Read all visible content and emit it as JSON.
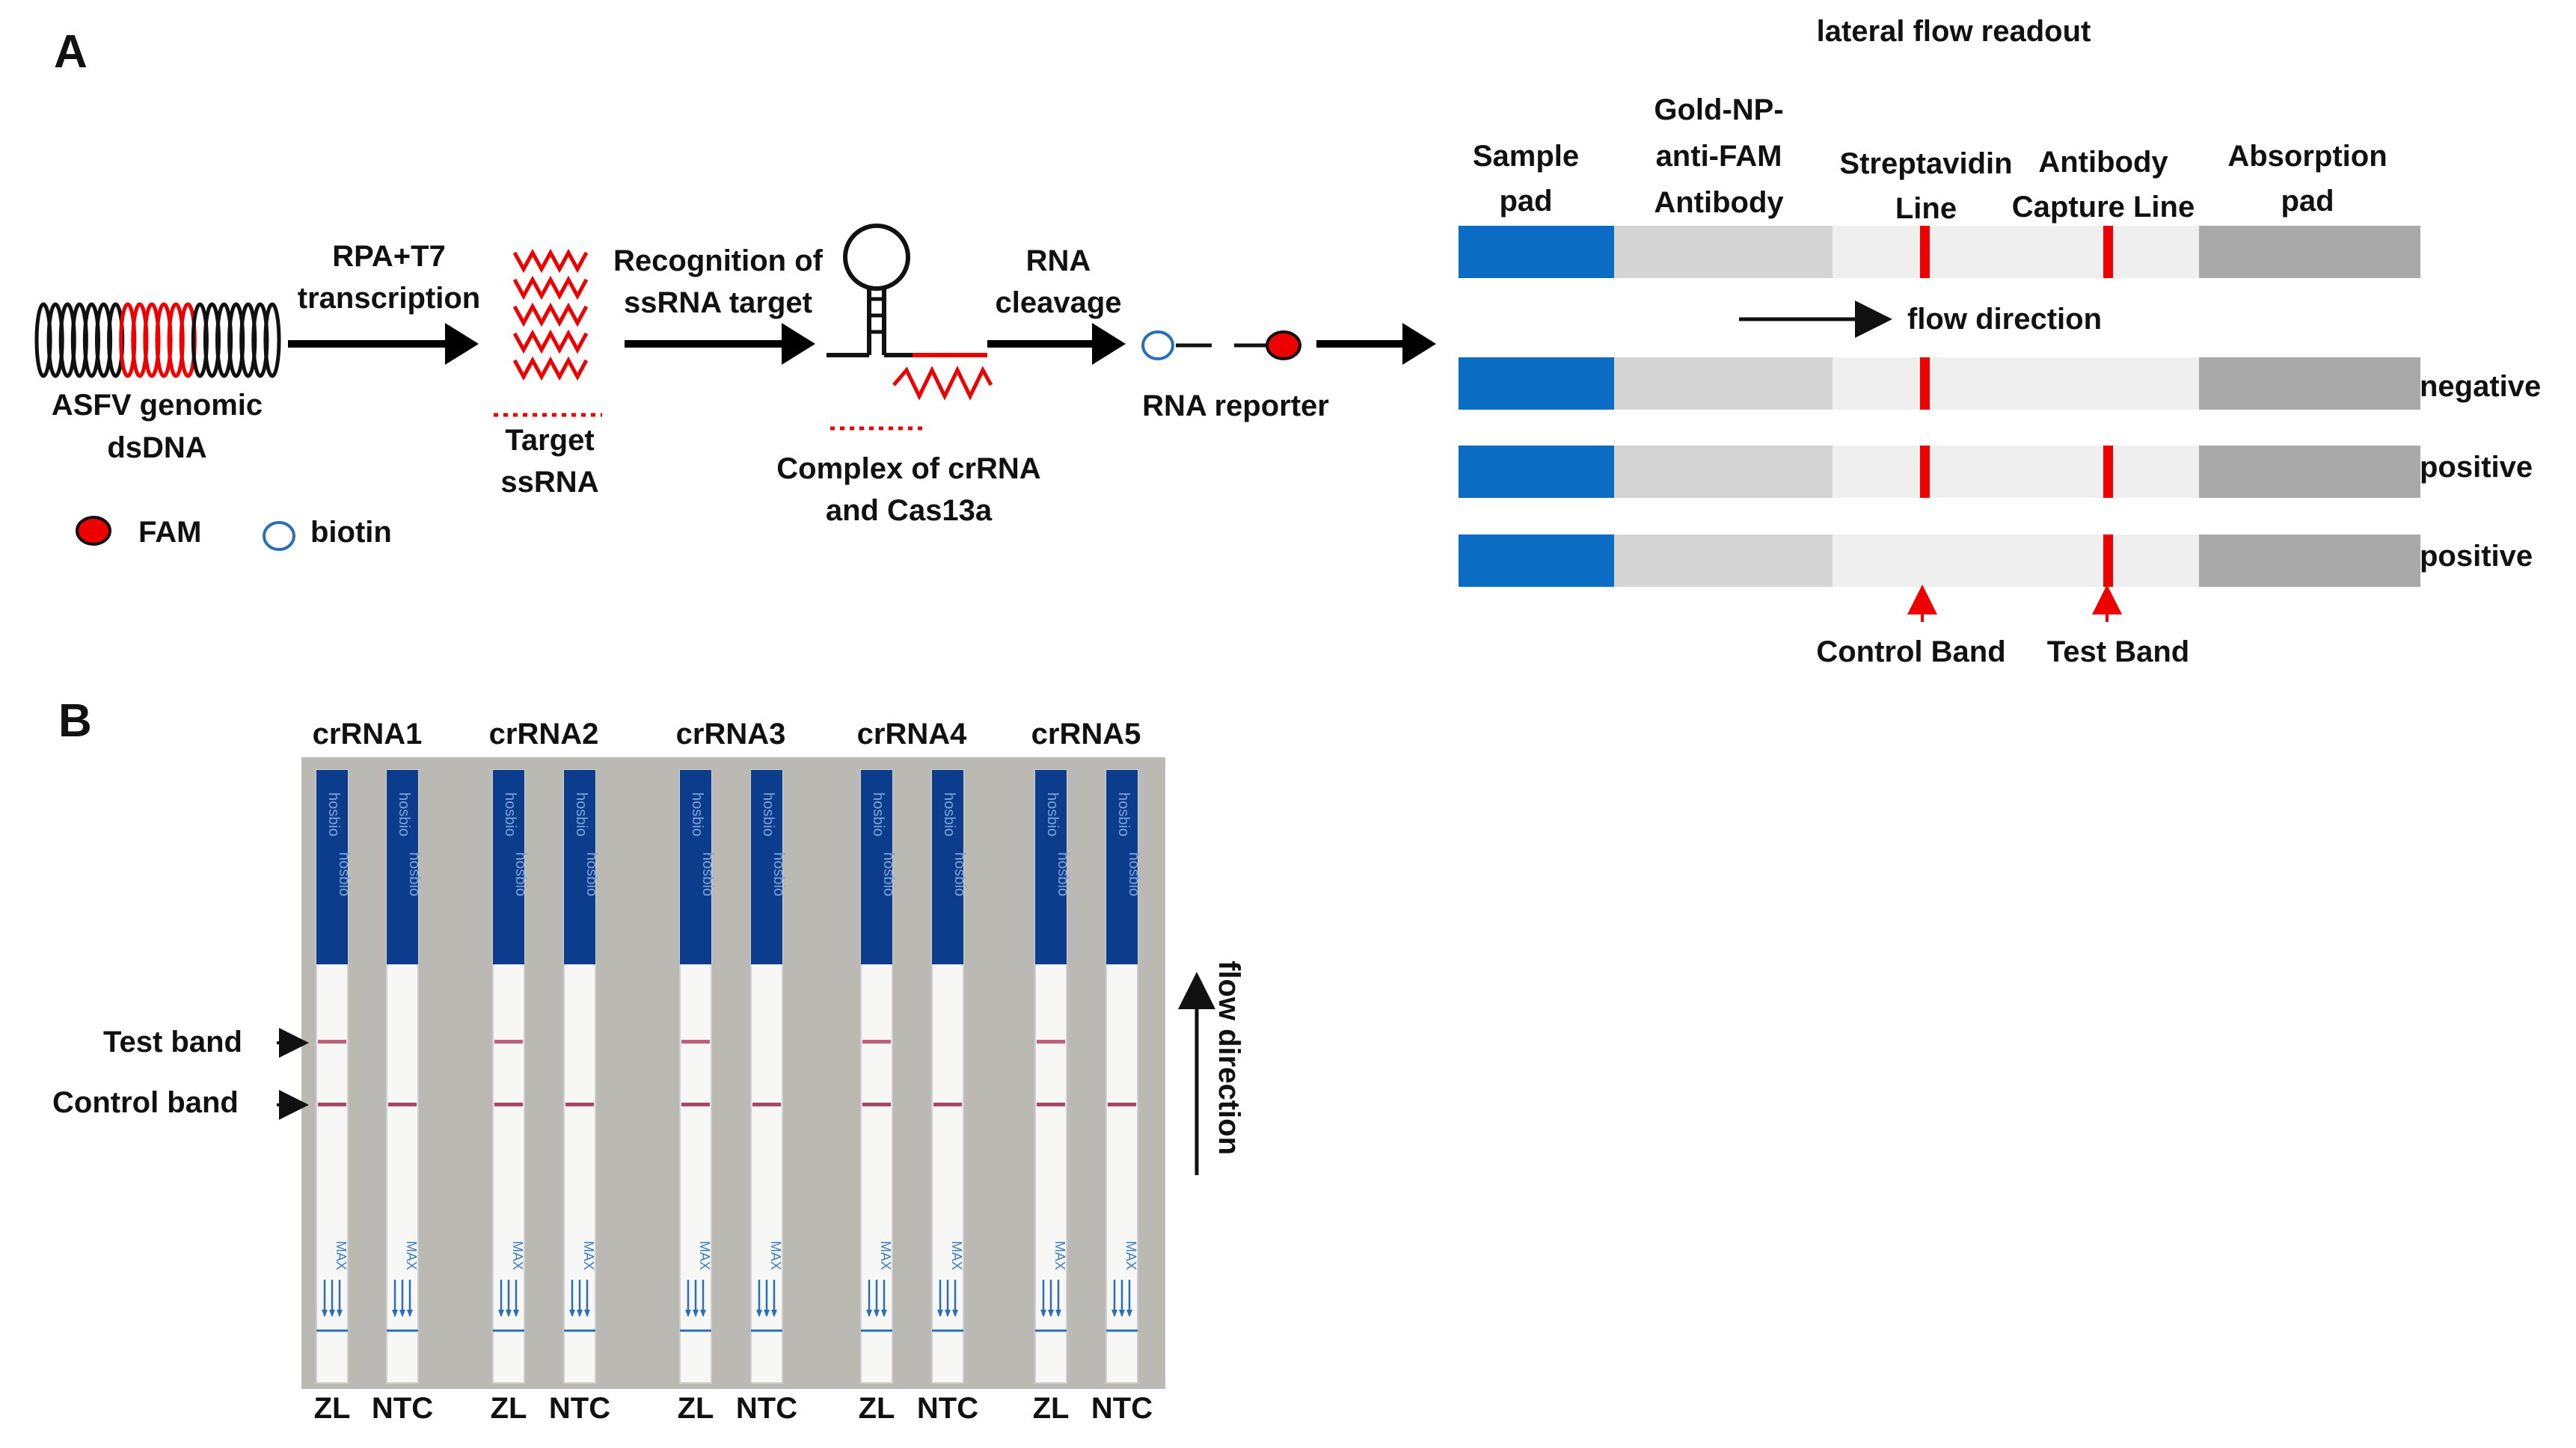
{
  "panel_a": {
    "label": "A",
    "dna_label_1": "ASFV genomic",
    "dna_label_2": "dsDNA",
    "step1_label_1": "RPA+T7",
    "step1_label_2": "transcription",
    "target_label_1": "Target",
    "target_label_2": "ssRNA",
    "step2_label_1": "Recognition of",
    "step2_label_2": "ssRNA target",
    "complex_label_1": "Complex of crRNA",
    "complex_label_2": "and Cas13a",
    "step3_label_1": "RNA",
    "step3_label_2": "cleavage",
    "reporter_label": "RNA reporter",
    "legend_fam": "FAM",
    "legend_biotin": "biotin",
    "lfa": {
      "title": "lateral flow readout",
      "sample_pad_1": "Sample",
      "sample_pad_2": "pad",
      "gold_1": "Gold-NP-",
      "gold_2": "anti-FAM",
      "gold_3": "Antibody",
      "strep_1": "Streptavidin",
      "strep_2": "Line",
      "antibody_1": "Antibody",
      "antibody_2": "Capture Line",
      "absorption_1": "Absorption",
      "absorption_2": "pad",
      "flow_direction": "flow direction",
      "result_1": "negative",
      "result_2": "positive",
      "result_3": "positive",
      "control_band": "Control Band",
      "test_band": "Test Band"
    },
    "colors": {
      "sample_pad": "#0a6cc2",
      "gold_pad": "#d4d4d4",
      "membrane": "#efefef",
      "absorption_pad": "#a9a9a9",
      "band": "#ee0000",
      "dna_black": "#111111",
      "dna_red": "#ee0000"
    }
  },
  "panel_b": {
    "label": "B",
    "crrna_labels": [
      "crRNA1",
      "crRNA2",
      "crRNA3",
      "crRNA4",
      "crRNA5"
    ],
    "sample_labels": [
      "ZL",
      "NTC",
      "ZL",
      "NTC",
      "ZL",
      "NTC",
      "ZL",
      "NTC",
      "ZL",
      "NTC"
    ],
    "test_band_label": "Test band",
    "control_band_label": "Control band",
    "flow_direction": "flow direction",
    "strip_brand": "hosbio",
    "strip_max": "MAX",
    "test_band_present": [
      true,
      false,
      true,
      false,
      true,
      false,
      true,
      false,
      true,
      false
    ],
    "control_band_present": [
      true,
      true,
      true,
      true,
      true,
      true,
      true,
      true,
      true,
      true
    ]
  }
}
